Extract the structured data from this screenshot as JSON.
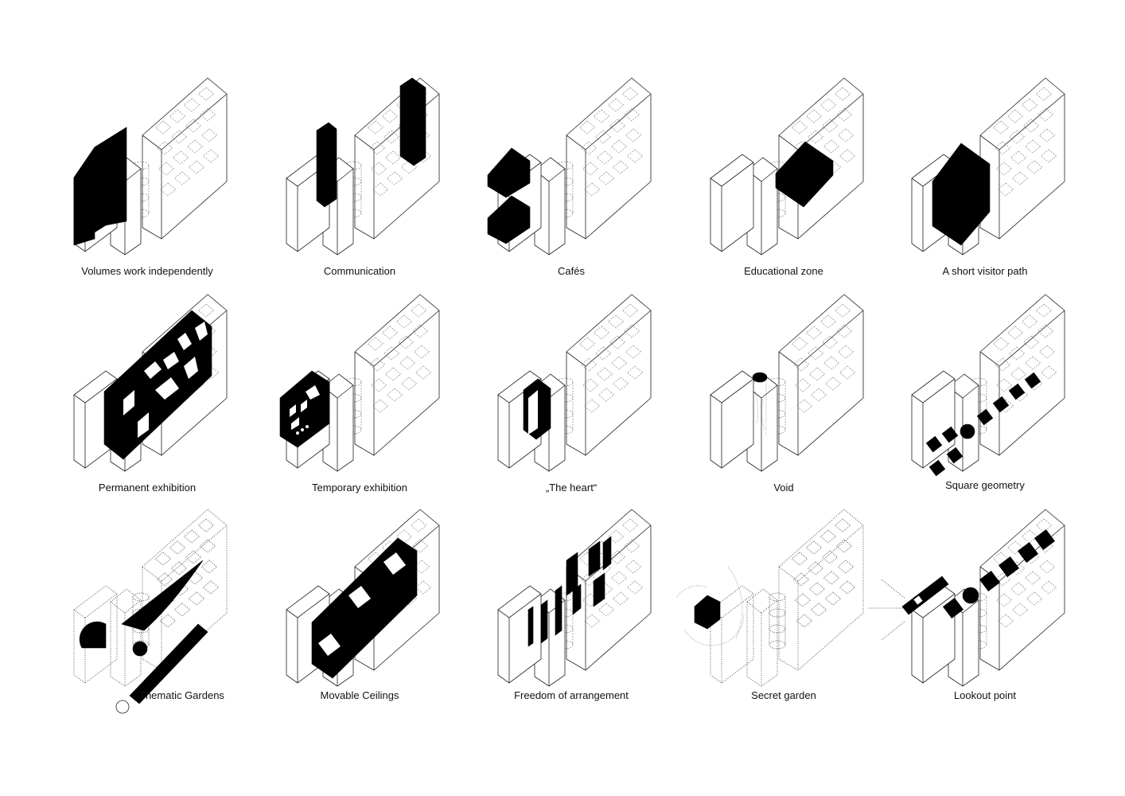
{
  "diagrams": [
    {
      "id": "independent",
      "caption": "Volumes work independently"
    },
    {
      "id": "communication",
      "caption": "Communication"
    },
    {
      "id": "cafes",
      "caption": "Cafés"
    },
    {
      "id": "educational",
      "caption": "Educational zone"
    },
    {
      "id": "visitor-path",
      "caption": "A short visitor path"
    },
    {
      "id": "permanent",
      "caption": "Permanent exhibition"
    },
    {
      "id": "temporary",
      "caption": "Temporary exhibition"
    },
    {
      "id": "heart",
      "caption": "„The heart“"
    },
    {
      "id": "void",
      "caption": "Void"
    },
    {
      "id": "square",
      "caption": "Square geometry"
    },
    {
      "id": "gardens",
      "caption": "Thematic Gardens"
    },
    {
      "id": "ceilings",
      "caption": "Movable Ceilings"
    },
    {
      "id": "freedom",
      "caption": "Freedom of arrangement"
    },
    {
      "id": "secret",
      "caption": "Secret garden"
    },
    {
      "id": "lookout",
      "caption": "Lookout point"
    }
  ]
}
